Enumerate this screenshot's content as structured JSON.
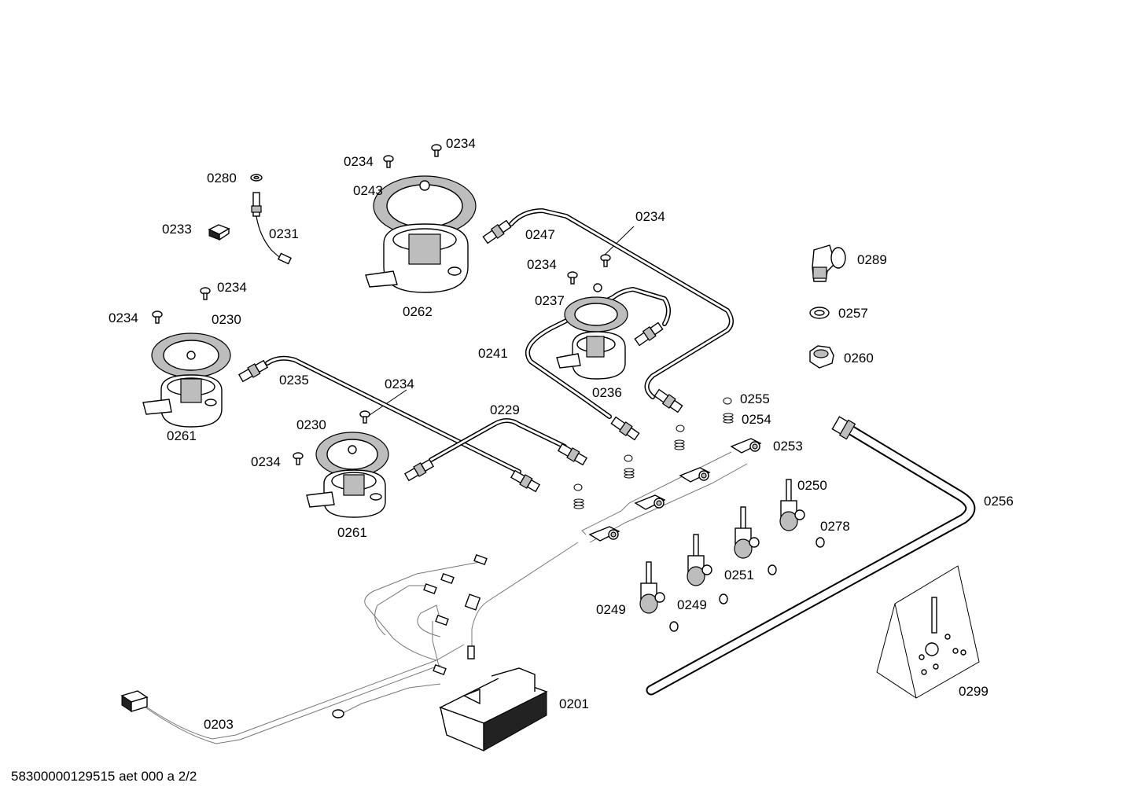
{
  "footer_text": "58300000129515 aet 000 a 2/2",
  "labels": {
    "l0234_a": "0234",
    "l0234_b": "0234",
    "l0280": "0280",
    "l0243": "0243",
    "l0233": "0233",
    "l0231": "0231",
    "l0234_c": "0234",
    "l0247": "0247",
    "l0262": "0262",
    "l0234_d": "0234",
    "l0289": "0289",
    "l0234_e": "0234",
    "l0237": "0237",
    "l0234_f": "0234",
    "l0230_a": "0230",
    "l0257": "0257",
    "l0241": "0241",
    "l0260": "0260",
    "l0235": "0235",
    "l0234_g": "0234",
    "l0236": "0236",
    "l0255": "0255",
    "l0261_a": "0261",
    "l0229": "0229",
    "l0254": "0254",
    "l0230_b": "0230",
    "l0253": "0253",
    "l0234_h": "0234",
    "l0250": "0250",
    "l0256": "0256",
    "l0261_b": "0261",
    "l0278": "0278",
    "l0251": "0251",
    "l0249_a": "0249",
    "l0249_b": "0249",
    "l0299": "0299",
    "l0201": "0201",
    "l0203": "0203"
  }
}
